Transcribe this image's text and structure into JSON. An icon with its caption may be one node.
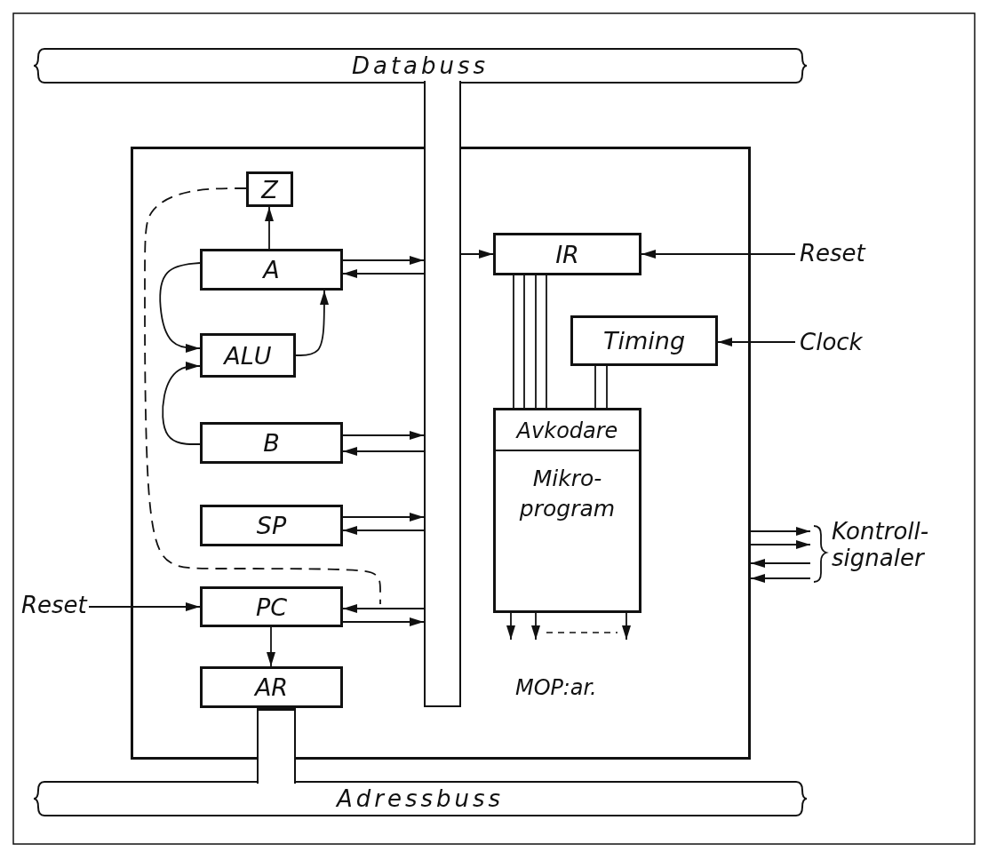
{
  "diagram": {
    "nodes": [
      {
        "text": [
          "Databuss"
        ]
      },
      {
        "text": [],
        "shape": "box"
      },
      {
        "text": [],
        "shape": "bar"
      },
      {
        "text": [
          "Z"
        ],
        "in": 1
      },
      {
        "text": [
          "A"
        ],
        "in": 1
      },
      {
        "text": [
          "ALU"
        ],
        "in": 1
      },
      {
        "text": [
          "B"
        ],
        "in": 1
      },
      {
        "text": [
          "SP"
        ],
        "in": 1
      },
      {
        "text": [
          "PC"
        ],
        "in": 1
      },
      {
        "text": [
          "AR"
        ],
        "in": 1
      },
      {
        "text": [
          "IR"
        ],
        "in": 1
      },
      {
        "text": [
          "Timing"
        ],
        "in": 1
      },
      {
        "text": [
          "Avkodare",
          "Mikro- program"
        ],
        "in": 1
      },
      {
        "text": [
          "Reset"
        ]
      },
      {
        "text": [
          "Clock"
        ]
      },
      {
        "text": [
          "Reset"
        ]
      },
      {
        "text": [
          "Adressbuss"
        ]
      },
      {
        "text": [
          "Kontroll- signaler"
        ]
      }
    ],
    "edges": [
      {
        "from": 4,
        "to": 3,
        "arrow": "to"
      },
      {
        "from": 4,
        "to": 5,
        "arrow": "to"
      },
      {
        "from": 5,
        "to": 4,
        "arrow": "to"
      },
      {
        "from": 6,
        "to": 5,
        "arrow": "to"
      },
      {
        "from": 4,
        "to": 2,
        "arrow": "to"
      },
      {
        "from": 2,
        "to": 4,
        "arrow": "to"
      },
      {
        "from": 6,
        "to": 2,
        "arrow": "to"
      },
      {
        "from": 2,
        "to": 6,
        "arrow": "to"
      },
      {
        "from": 7,
        "to": 2,
        "arrow": "to"
      },
      {
        "from": 2,
        "to": 7,
        "arrow": "to"
      },
      {
        "from": 2,
        "to": 8,
        "arrow": "to"
      },
      {
        "from": 8,
        "to": 2,
        "arrow": "to"
      },
      {
        "from": 8,
        "to": 9,
        "arrow": "to"
      },
      {
        "from": 9,
        "to": 16,
        "arrow": "none",
        "style": "thick"
      },
      {
        "from": 3,
        "to": 8,
        "arrow": "none",
        "style": "dashed"
      },
      {
        "from": 2,
        "to": 10,
        "arrow": "to"
      },
      {
        "from": 13,
        "to": 10,
        "arrow": "to"
      },
      {
        "from": 14,
        "to": 11,
        "arrow": "to"
      },
      {
        "from": 15,
        "to": 8,
        "arrow": "to"
      },
      {
        "from": 10,
        "to": 12,
        "arrow": "none"
      },
      {
        "from": 10,
        "to": 12,
        "arrow": "none"
      },
      {
        "from": 10,
        "to": 12,
        "arrow": "none"
      },
      {
        "from": 10,
        "to": 12,
        "arrow": "none"
      },
      {
        "from": 11,
        "to": 12,
        "arrow": "none"
      },
      {
        "from": 11,
        "to": 12,
        "arrow": "none"
      },
      {
        "from": 12,
        "to": null,
        "arrow": "to"
      },
      {
        "from": 12,
        "to": null,
        "arrow": "to"
      },
      {
        "from": 12,
        "to": null,
        "arrow": "to"
      },
      {
        "from": 1,
        "to": 17,
        "arrow": "to"
      },
      {
        "from": 1,
        "to": 17,
        "arrow": "to"
      },
      {
        "from": 17,
        "to": 1,
        "arrow": "to"
      },
      {
        "from": 17,
        "to": 1,
        "arrow": "to"
      }
    ],
    "labels": [
      "MOP:ar."
    ]
  }
}
